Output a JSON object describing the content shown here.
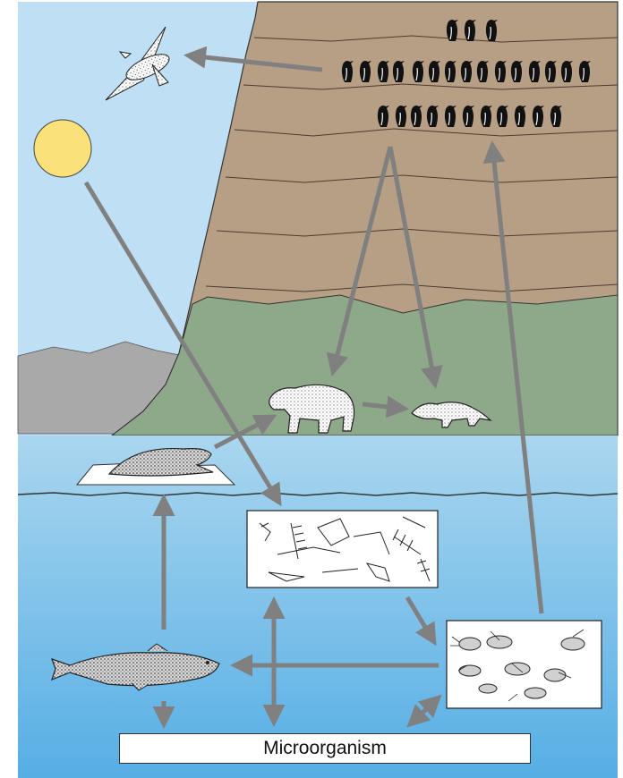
{
  "diagram": {
    "type": "arctic-food-web",
    "labels": {
      "microorganism": "Microorganism"
    },
    "colors": {
      "sky": "#bfe0f4",
      "sun": "#fbe17a",
      "cliff": "#b79f86",
      "cliff_grass": "#8ea88a",
      "mountain": "#a9a9a9",
      "water_top": "#aad6ef",
      "water_bottom": "#56aee5",
      "arrow": "#808080"
    },
    "nodes": [
      "sun",
      "gull",
      "seabird-colony",
      "polar-bear",
      "arctic-fox",
      "seal",
      "phytoplankton",
      "zooplankton",
      "cod-fish",
      "microorganism"
    ],
    "edges": [
      {
        "from": "seabird-colony",
        "to": "gull"
      },
      {
        "from": "seabird-colony",
        "to": "polar-bear"
      },
      {
        "from": "seabird-colony",
        "to": "arctic-fox"
      },
      {
        "from": "polar-bear",
        "to": "arctic-fox"
      },
      {
        "from": "seal",
        "to": "polar-bear"
      },
      {
        "from": "sun",
        "to": "phytoplankton"
      },
      {
        "from": "phytoplankton",
        "to": "zooplankton"
      },
      {
        "from": "zooplankton",
        "to": "seabird-colony"
      },
      {
        "from": "zooplankton",
        "to": "cod-fish"
      },
      {
        "from": "cod-fish",
        "to": "seal"
      },
      {
        "from": "cod-fish",
        "to": "microorganism"
      },
      {
        "from": "phytoplankton",
        "to": "microorganism",
        "bidirectional": true
      },
      {
        "from": "zooplankton",
        "to": "microorganism",
        "bidirectional": true
      }
    ]
  }
}
